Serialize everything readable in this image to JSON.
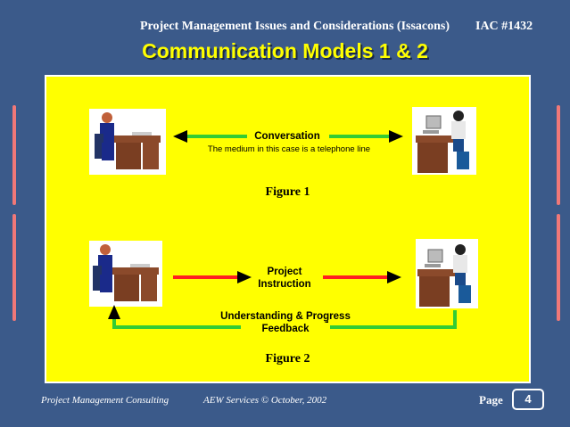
{
  "header": {
    "title": "Project Management Issues and Considerations (Issacons)",
    "code": "IAC #1432"
  },
  "slide_title": "Communication Models 1 & 2",
  "figure1": {
    "arrow_label": "Conversation",
    "medium_note": "The medium in this case is a telephone line",
    "caption": "Figure 1"
  },
  "figure2": {
    "instruction_line1": "Project",
    "instruction_line2": "Instruction",
    "feedback_line1": "Understanding & Progress",
    "feedback_line2": "Feedback",
    "caption": "Figure 2"
  },
  "footer": {
    "org": "Project Management Consulting",
    "credit": "AEW  Services © October, 2002",
    "page_label": "Page",
    "page_number": "4"
  },
  "colors": {
    "background": "#3b5a8a",
    "panel": "#ffff00",
    "green_arrow": "#33cc33",
    "red_arrow": "#ff2020",
    "title": "#ffff00"
  }
}
